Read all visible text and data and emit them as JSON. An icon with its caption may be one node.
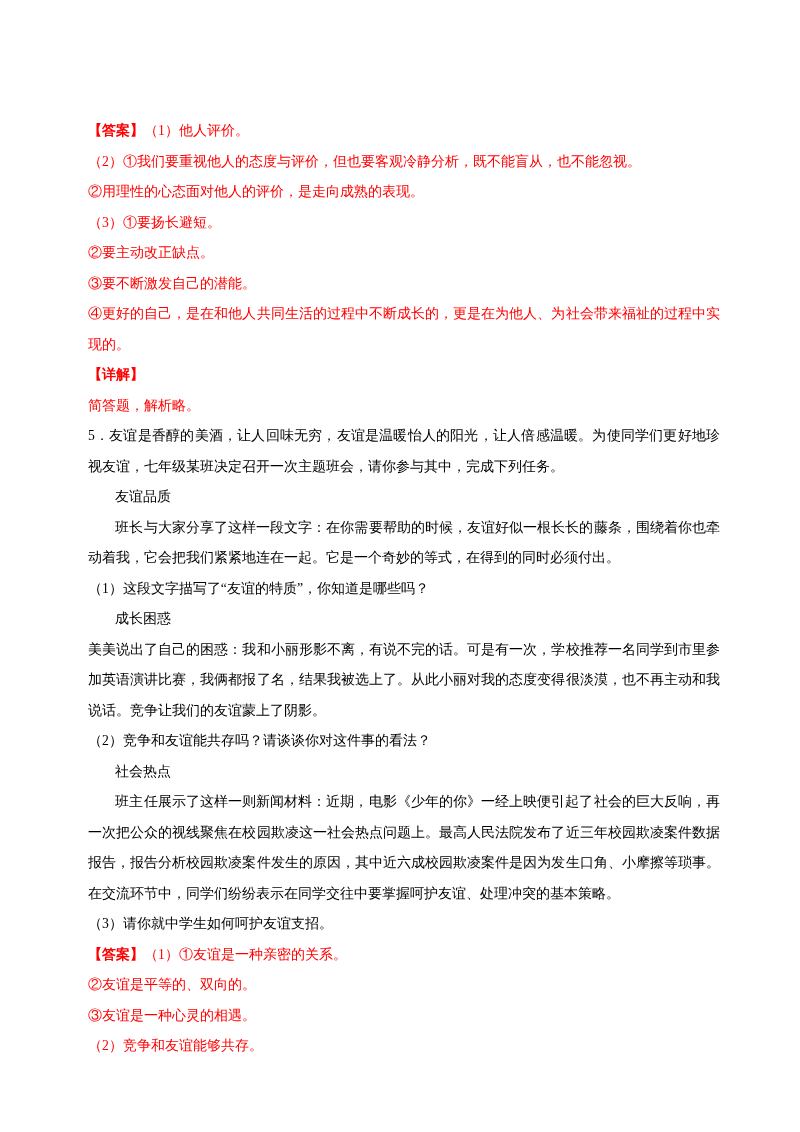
{
  "diagram": {
    "labels": [
      "**【答案】**（1）他人评价。",
      "（2）①我们要重视他人的态度与评价，但也要客观冷静分析，既不能盲从，也不能忽视。",
      "②用理性的心态面对他人的评价，是走向成熟的表现。",
      "（3）①要扬长避短。",
      "②要主动改正缺点。",
      "③要不断激发自己的潜能。",
      "④更好的自己，是在和他人共同生活的过程中不断成长的，更是在为他人、为社会带来福祉的过程中实现的。",
      "【详解】",
      "简答题，解析略。",
      "5．友谊是香醇的美酒，让人回味无穷，友谊是温暖怡人的阳光，让人倍感温暖。为使同学们更好地珍视友谊，七年级某班决定召开一次主题班会，请你参与其中，完成下列任务。",
      "友谊品质",
      "班长与大家分享了这样一段文字：在你需要帮助的时候，友谊好似一根长长的藤条，围绕着你也牵动着我，它会把我们紧紧地连在一起。它是一个奇妙的等式，在得到的同时必须付出。",
      "（1）这段文字描写了“友谊的特质”，你知道是哪些吗？",
      "成长困惑",
      "美美说出了自己的困惑：我和小丽形影不离，有说不完的话。可是有一次，学校推荐一名同学到市里参加英语演讲比赛，我俩都报了名，结果我被选上了。从此小丽对我的态度变得很淡漠，也不再主动和我说话。竞争让我们的友谊蒙上了阴影。",
      "（2）竞争和友谊能共存吗？请谈谈你对这件事的看法？",
      "社会热点",
      "班主任展示了这样一则新闻材料：近期，电影《少年的你》一经上映便引起了社会的巨大反响，再一次把公众的视线聚焦在校园欺凌这一社会热点问题上。最高人民法院发布了近三年校园欺凌案件数据报告，报告分析校园欺凌案件发生的原因，其中近六成校园欺凌案件是因为发生口角、小摩擦等琐事。在交流环节中，同学们纷纷表示在同学交往中要掌握呵护友谊、处理冲突的基本策略。",
      "（3）请你就中学生如何呵护友谊支招。",
      "**【答案】**（1）①友谊是一种亲密的关系。",
      "②友谊是平等的、双向的。",
      "③友谊是一种心灵的相遇。",
      "（2）竞争和友谊能够共存。"
    ]
  }
}
